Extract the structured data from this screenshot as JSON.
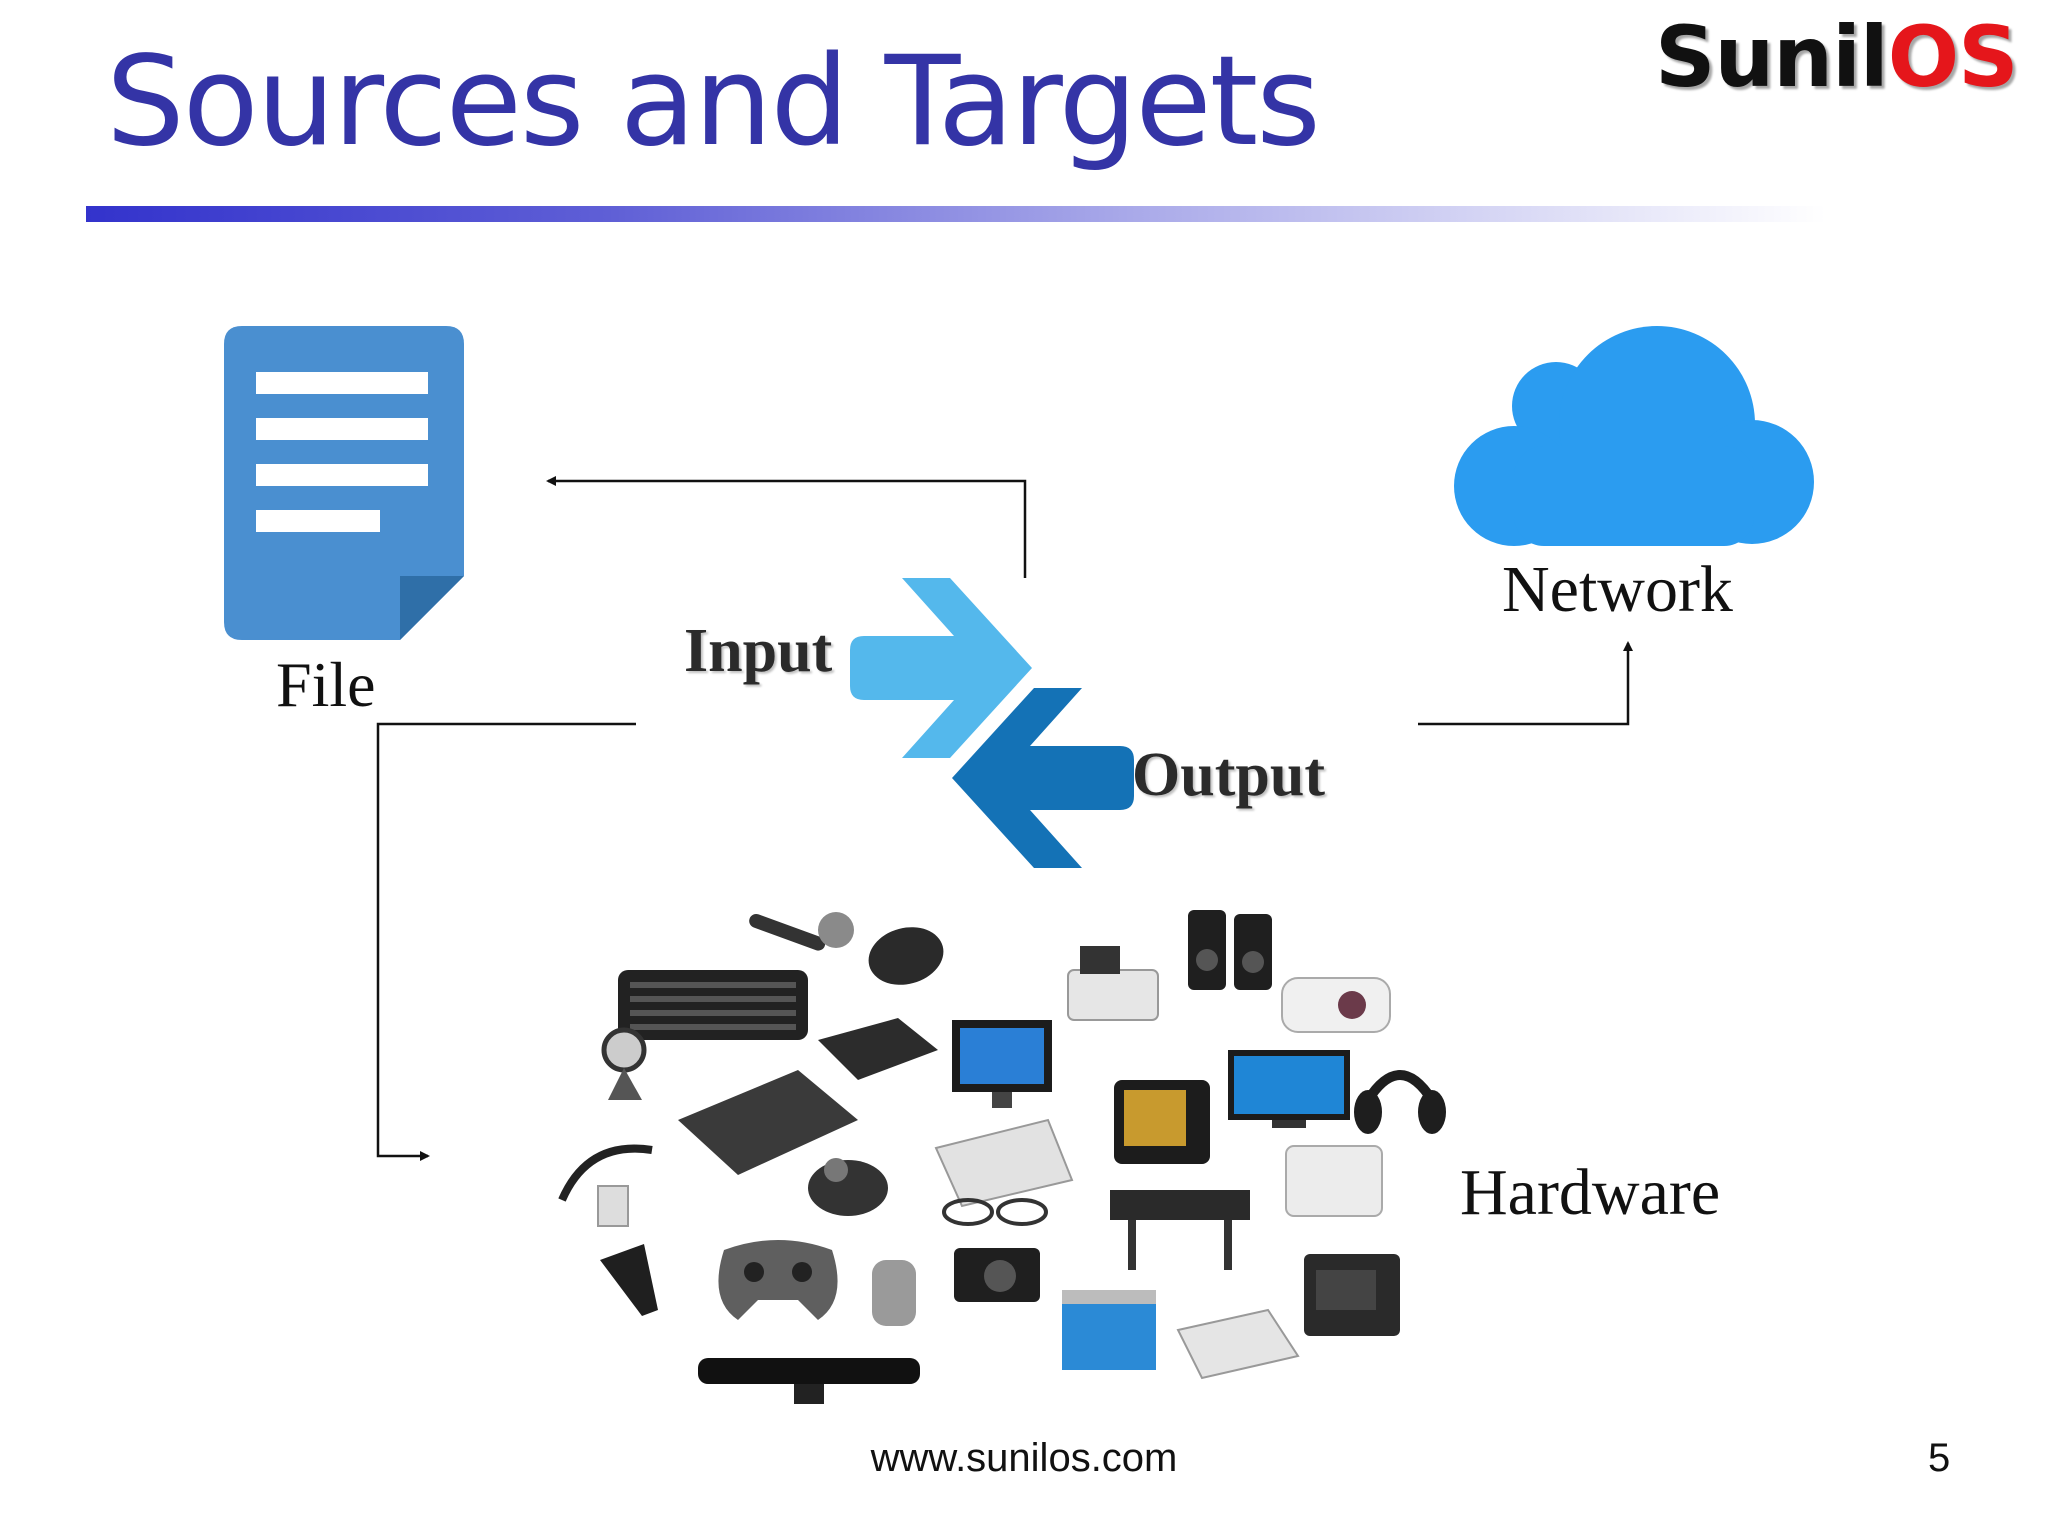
{
  "slide": {
    "title": "Sources and Targets",
    "logo_part1": "Sunil",
    "logo_part2": "OS",
    "footer": "www.sunilos.com",
    "page_number": "5"
  },
  "diagram": {
    "nodes": {
      "file": "File",
      "network": "Network",
      "hardware": "Hardware"
    },
    "center": {
      "input": "Input",
      "output": "Output"
    }
  },
  "icons": {
    "file": "document-icon",
    "network": "cloud-icon",
    "center": "input-output-arrows-icon",
    "hardware": "hardware-devices-collage-icon"
  },
  "colors": {
    "title": "#3434a6",
    "logo_dark": "#111111",
    "logo_red": "#e5161b",
    "file_blue": "#4a8fd0",
    "cloud_blue": "#2b9cf0",
    "input_arrow": "#54b8ec",
    "output_arrow": "#1472b6"
  }
}
